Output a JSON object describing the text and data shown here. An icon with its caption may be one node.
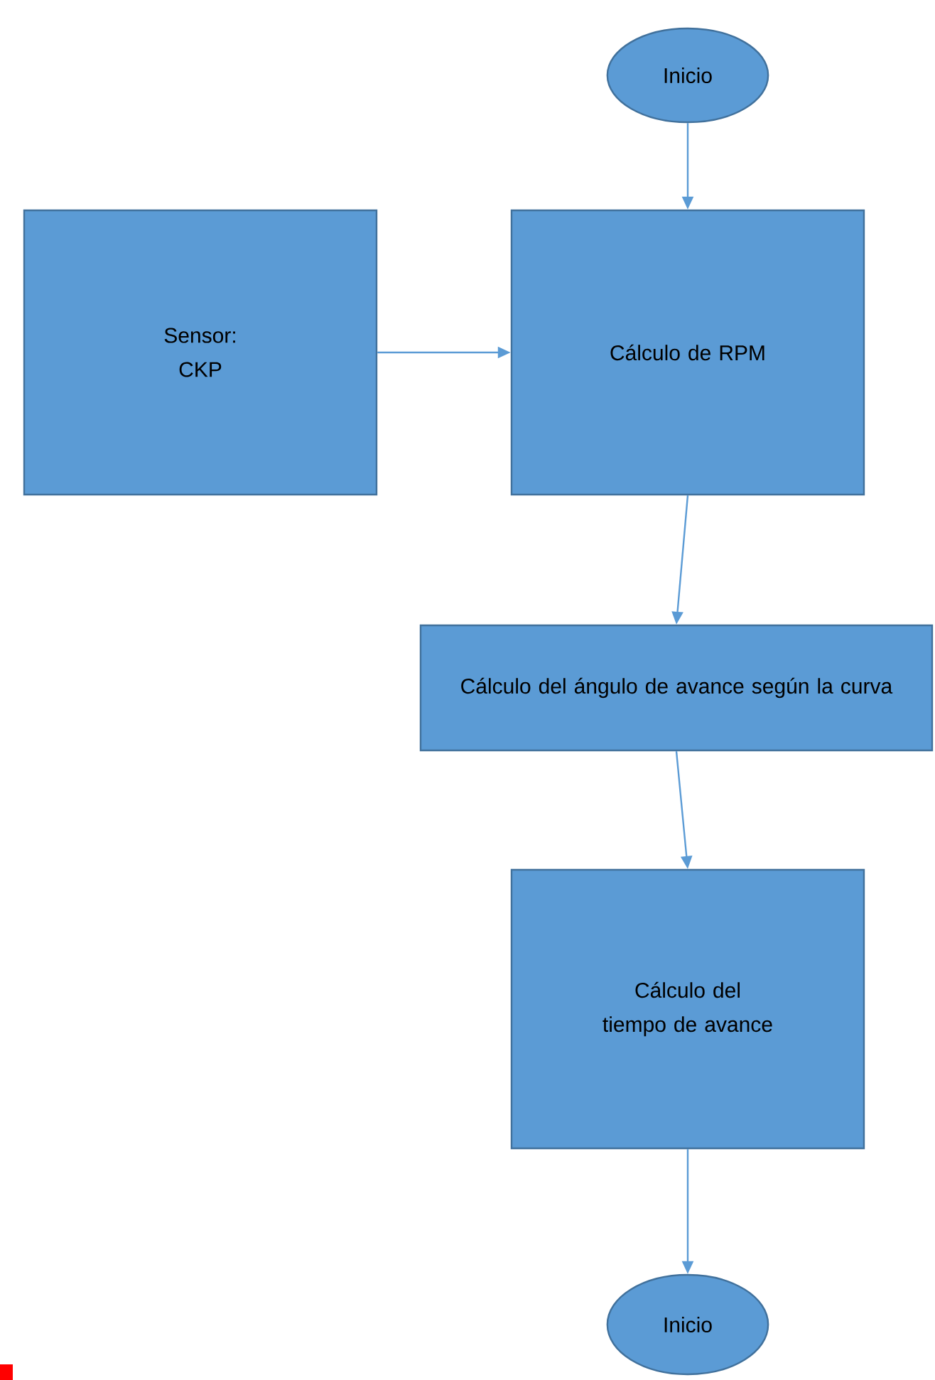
{
  "diagram": {
    "nodes": [
      {
        "text": [
          "Inicio"
        ]
      },
      {
        "text": [
          "Sensor: CKP"
        ]
      },
      {
        "text": [
          "Cálculo de RPM"
        ]
      },
      {
        "text": [
          "Cálculo del ángulo de avance según la curva"
        ]
      },
      {
        "text": [
          "Cálculo del tiempo de avance"
        ]
      },
      {
        "text": [
          "Inicio"
        ]
      }
    ],
    "edges": [
      {
        "from": 0,
        "to": 2,
        "arrow": "to"
      },
      {
        "from": 1,
        "to": 2,
        "arrow": "to"
      },
      {
        "from": 2,
        "to": 3,
        "arrow": "to"
      },
      {
        "from": 3,
        "to": 4,
        "arrow": "to"
      },
      {
        "from": 4,
        "to": 5,
        "arrow": "to"
      }
    ]
  }
}
